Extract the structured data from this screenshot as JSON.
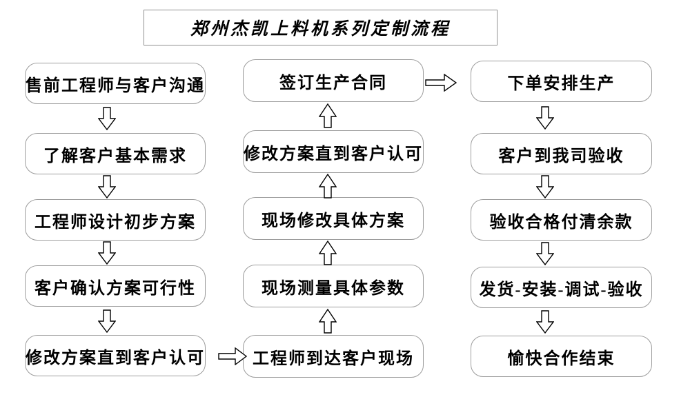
{
  "title": "郑州杰凯上料机系列定制流程",
  "flow": {
    "left": [
      "售前工程师与客户沟通",
      "了解客户基本需求",
      "工程师设计初步方案",
      "客户确认方案可行性",
      "修改方案直到客户认可"
    ],
    "middle": [
      "签订生产合同",
      "修改方案直到客户认可",
      "现场修改具体方案",
      "现场测量具体参数",
      "工程师到达客户现场"
    ],
    "right": [
      "下单安排生产",
      "客户到我司验收",
      "验收合格付清余款",
      "发货-安装-调试-验收",
      "愉快合作结束"
    ]
  },
  "colors": {
    "box_border": "#9c9c9c",
    "arrow_outline": "#000000",
    "text": "#000000",
    "background": "#ffffff"
  }
}
